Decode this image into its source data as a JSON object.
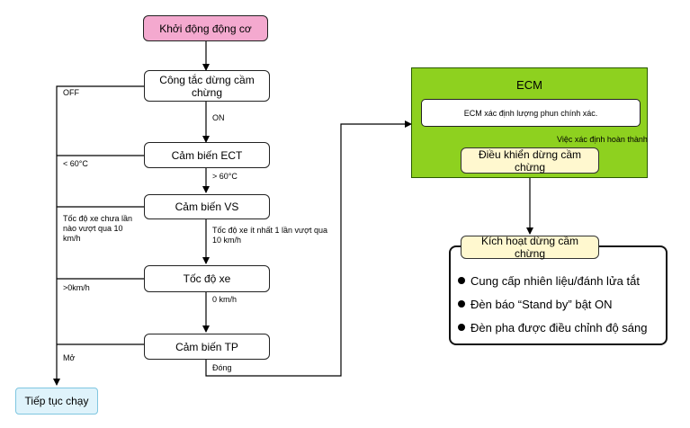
{
  "flow": {
    "start": "Khởi động động cơ",
    "step1": "Công tắc dừng cầm chừng",
    "step2": "Cảm biến ECT",
    "step3": "Cảm biến VS",
    "step4": "Tốc độ xe",
    "step5": "Cảm biến TP",
    "end": "Tiếp tục chạy"
  },
  "labels": {
    "off": "OFF",
    "on": "ON",
    "lt60": "< 60°C",
    "gt60": "> 60°C",
    "vs_no": "Tốc độ xe chưa lần nào vượt qua 10 km/h",
    "vs_yes": "Tốc độ xe ít nhất 1 lần vượt qua 10 km/h",
    "gt0": ">0km/h",
    "zero": "0 km/h",
    "open": "Mở",
    "closed": "Đóng"
  },
  "ecm": {
    "title": "ECM",
    "box1": "ECM xác định lượng phun chính xác.",
    "note": "Việc xác định hoàn thành",
    "box2": "Điều khiển dừng cầm chừng"
  },
  "activation": {
    "title": "Kích hoạt dừng cầm chừng",
    "items": [
      "Cung cấp nhiên liệu/đánh lửa tắt",
      "Đèn báo “Stand by” bật ON",
      "Đèn pha được điều chỉnh độ sáng"
    ]
  }
}
